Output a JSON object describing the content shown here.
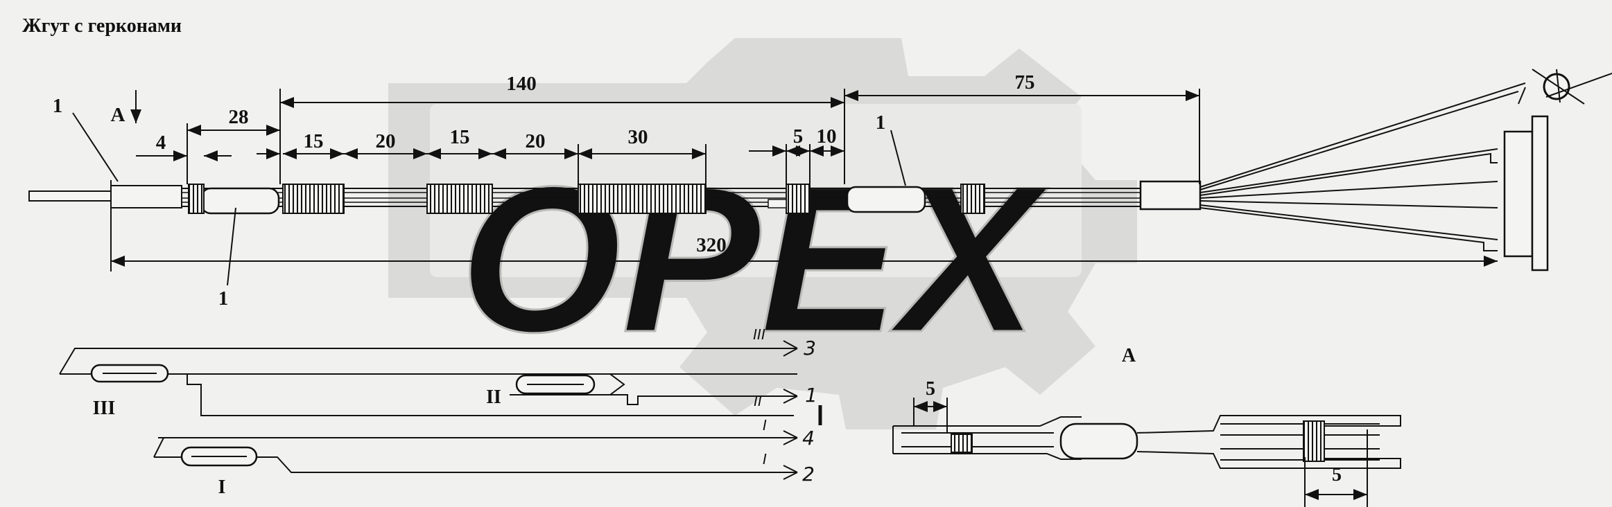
{
  "title": "Жгут с герконами",
  "watermark": {
    "text": "OPEX",
    "color": "#d9d9d8"
  },
  "dimensions": {
    "d140": "140",
    "d75": "75",
    "d28": "28",
    "d4": "4",
    "d15a": "15",
    "d20a": "20",
    "d15b": "15",
    "d20b": "20",
    "d30": "30",
    "d5": "5",
    "d10": "10",
    "d320": "320"
  },
  "callouts": {
    "pos1_left": "1",
    "pos1_bottom": "1",
    "pos1_right": "1",
    "view_a": "А"
  },
  "reed_switches": {
    "r3": "III",
    "r2": "II",
    "r1": "I"
  },
  "wires": {
    "w3_mark": "III",
    "w3_end": "3",
    "w1_mark": "II",
    "w1_end": "1",
    "w4_mark": "I",
    "w4_end": "4",
    "w2_mark": "I",
    "w2_end": "2"
  },
  "detail_a": {
    "label": "А",
    "dim_left": "5",
    "dim_right": "5"
  }
}
